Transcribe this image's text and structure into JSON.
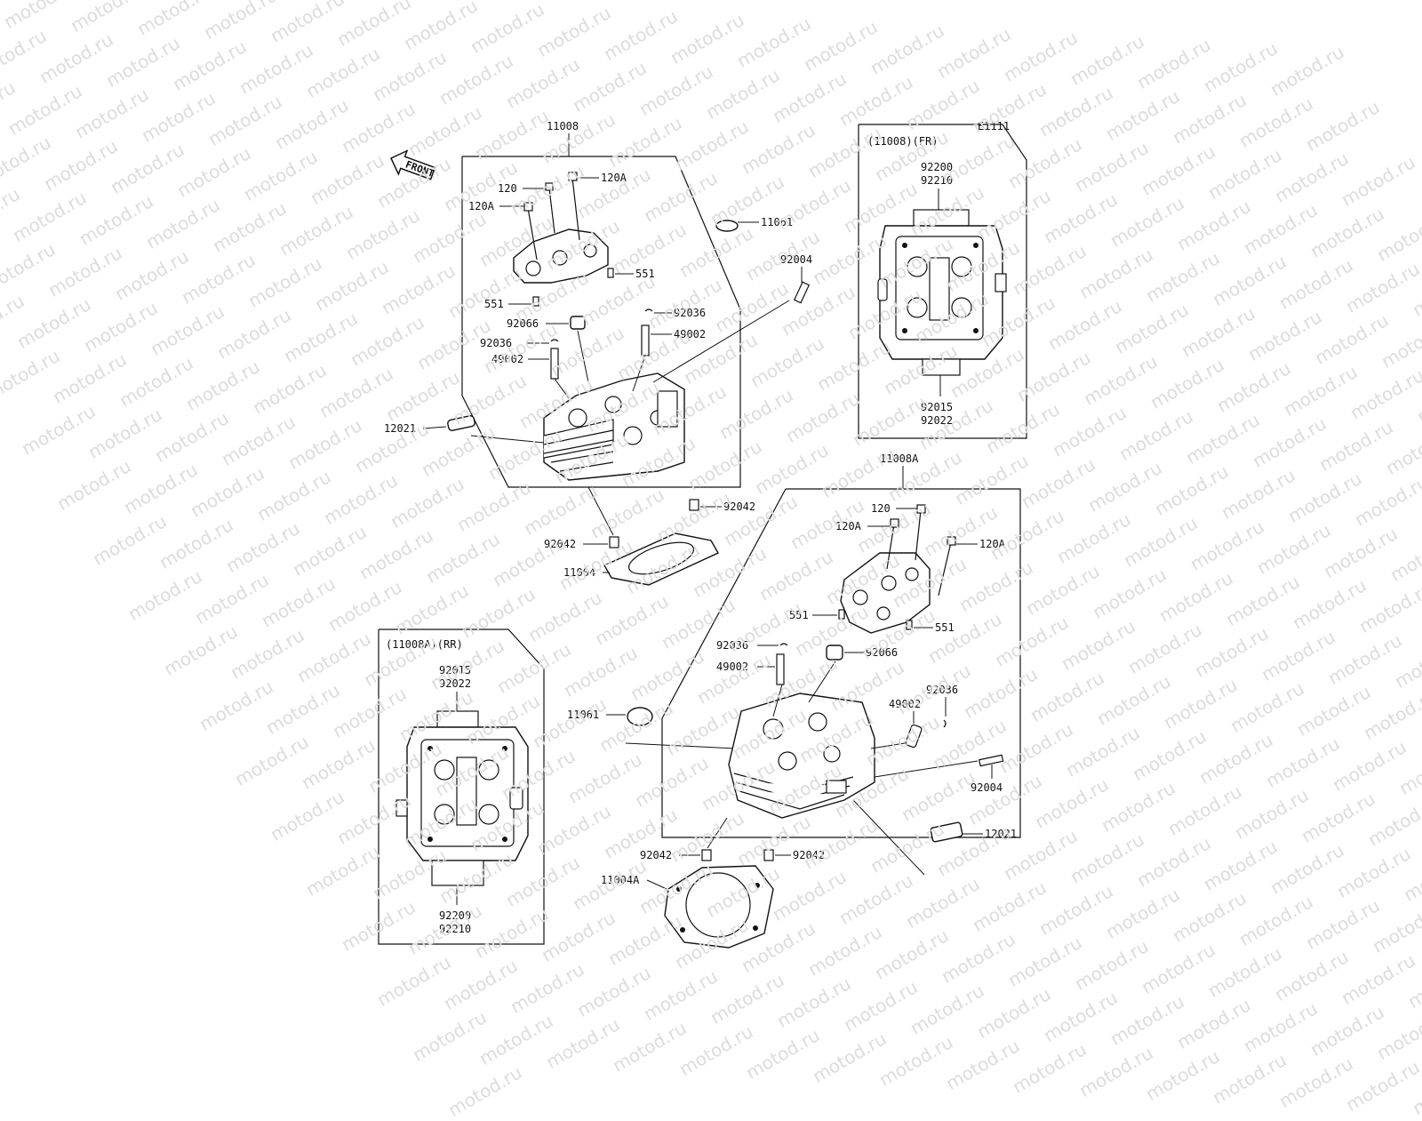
{
  "watermark": "motod.ru",
  "diagram_code": "E1111",
  "front_arrow_label": "FRONT",
  "groups": {
    "front_head": "11008",
    "rear_head": "11008A",
    "front_view_caption": "(11008)(FR)",
    "rear_view_caption": "(11008A)(RR)"
  },
  "inset_fr": {
    "top_1": "92200",
    "top_2": "92210",
    "bottom_1": "92015",
    "bottom_2": "92022"
  },
  "inset_rr": {
    "top_1": "92015",
    "top_2": "92022",
    "bottom_1": "92200",
    "bottom_2": "92210"
  },
  "front_labels": {
    "bolt_120": "120",
    "bolt_120a_top": "120A",
    "bolt_120a_left": "120A",
    "seal_11061": "11061",
    "dowel_551_right": "551",
    "dowel_551_left": "551",
    "stud_92004": "92004",
    "seal_92066": "92066",
    "clip_92036_right": "92036",
    "guide_49002_right": "49002",
    "clip_92036_left": "92036",
    "guide_49002_left": "49002",
    "plug_12021": "12021",
    "pin_92042_right": "92042",
    "pin_92042_left": "92042",
    "gasket_11004": "11004"
  },
  "rear_labels": {
    "bolt_120": "120",
    "bolt_120a_left": "120A",
    "bolt_120a_right": "120A",
    "dowel_551_left": "551",
    "dowel_551_right": "551",
    "clip_92036_left": "92036",
    "seal_92066": "92066",
    "guide_49002_left": "49002",
    "seal_11061": "11061",
    "guide_49002_right": "49002",
    "clip_92036_right": "92036",
    "stud_92004": "92004",
    "plug_12021": "12021",
    "pin_92042_left": "92042",
    "pin_92042_right": "92042",
    "gasket_11004a": "11004A"
  }
}
